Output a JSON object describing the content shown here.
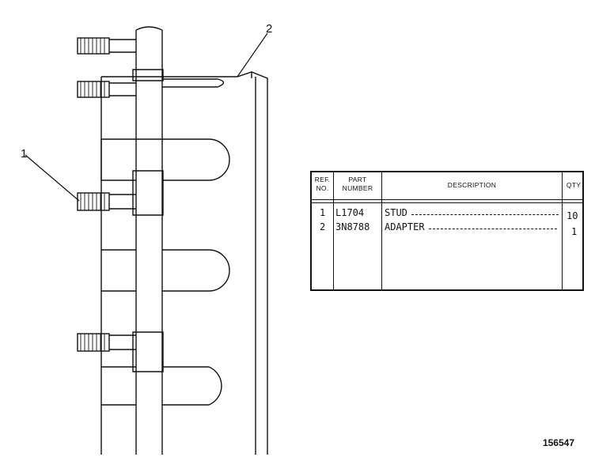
{
  "callouts": {
    "one": "1",
    "two": "2"
  },
  "parts_table": {
    "headers": {
      "ref_line1": "REF.",
      "ref_line2": "NO.",
      "part_line1": "PART",
      "part_line2": "NUMBER",
      "description": "DESCRIPTION",
      "qty": "QTY"
    },
    "rows": [
      {
        "ref": "1",
        "part": "L1704",
        "description": "STUD",
        "qty": "10"
      },
      {
        "ref": "2",
        "part": "3N8788",
        "description": "ADAPTER",
        "qty": "1"
      }
    ]
  },
  "drawing_number": "156547"
}
